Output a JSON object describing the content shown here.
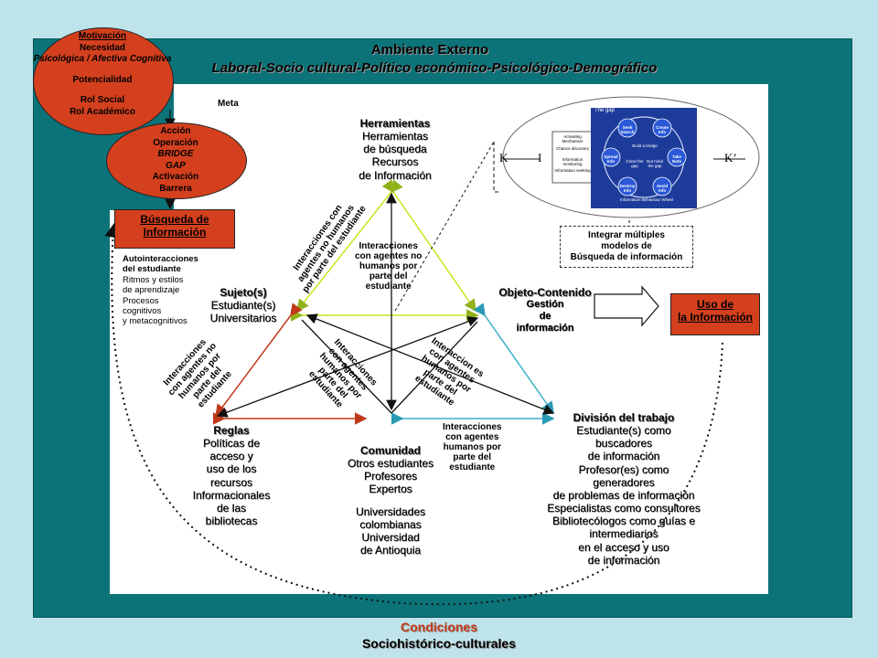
{
  "environment": {
    "title": "Ambiente Externo",
    "subtitle": "Laboral-Socio cultural-Político económico-Psicológico-Demográfico"
  },
  "motivation": {
    "lines": [
      "Motivación",
      "Necesidad",
      "Psicológica / Afectiva Cognitiva",
      "",
      "Potencialidad",
      "",
      "Rol Social",
      "Rol Académico"
    ]
  },
  "action": {
    "lines": [
      "Acción",
      "Operación",
      "BRIDGE",
      "GAP",
      "Activación",
      "Barrera"
    ]
  },
  "meta_label": "Meta",
  "search": {
    "lines": [
      "Búsqueda de",
      "Información"
    ]
  },
  "self_interactions": {
    "lines": [
      "Autointeracciones",
      "del estudiante",
      "Ritmos y estilos",
      "de aprendizaje",
      "Procesos",
      "cognitivos",
      "y metacognitivos"
    ]
  },
  "tools": {
    "title": "Herramientas",
    "lines": [
      "Herramientas",
      "de búsqueda",
      "Recursos",
      "de Información"
    ]
  },
  "subject": {
    "title": "Sujeto(s)",
    "lines": [
      "Estudiante(s)",
      "Universitarios"
    ]
  },
  "object": {
    "title": "Objeto-Contenido",
    "lines": [
      "Gestión",
      "de",
      "información"
    ]
  },
  "use": {
    "lines": [
      "Uso de",
      "la Información"
    ]
  },
  "integrate": {
    "lines": [
      "Integrar múltiples",
      "modelos de",
      "Búsqueda de información"
    ]
  },
  "rules": {
    "title": "Reglas",
    "lines": [
      "Políticas de",
      "acceso y",
      "uso de los",
      "recursos",
      "Informacionales",
      "de las",
      "bibliotecas"
    ]
  },
  "community": {
    "title": "Comunidad",
    "lines": [
      "Otros estudiantes",
      "Profesores",
      "Expertos",
      "",
      "Universidades",
      "colombianas",
      "Universidad",
      "de Antioquia"
    ]
  },
  "division": {
    "title": "División del trabajo",
    "lines": [
      "Estudiante(s) como",
      "buscadores",
      "de información",
      "Profesor(es) como",
      "generadores",
      "de problemas de información",
      "Especialistas como consultores",
      "Bibliotecólogos como guías e",
      "intermediarios",
      "en el acceso y uso",
      "de información"
    ]
  },
  "interactions": {
    "nonhuman_upper_left": [
      "Interacciones con",
      "agentes no humanos",
      "por parte del estudiante"
    ],
    "nonhuman_center": [
      "Interacciones",
      "con agentes no",
      "humanos por",
      "parte del",
      "estudiante"
    ],
    "nonhuman_lower_left": [
      "Interacciones",
      "con agentes no",
      "humanos por",
      "parte del",
      "estudiante"
    ],
    "human_center_left": [
      "Interacciones",
      "con agentes",
      "humanos por",
      "parte del",
      "estudiante"
    ],
    "human_center_right": [
      "Interaccion es",
      "con agentes",
      "humanos por",
      "parte del",
      "estudiante"
    ],
    "human_bottom_right": [
      "Interacciones",
      "con agentes",
      "humanos por",
      "parte del",
      "estudiante"
    ]
  },
  "gap_model": {
    "k_left": "K",
    "i_label": "I",
    "k_right": "K’",
    "panel_title": "The gap",
    "nodes": [
      "Seek Search",
      "Create Info",
      "Spread Info",
      "Take Note",
      "Destroy Info",
      "Avoid Info"
    ],
    "center": [
      "Build a bridge",
      "Close the gap",
      "Not mind the gap"
    ],
    "footer": "Information Behaviour Wheel",
    "mechanism_title": "Activating Mechanism",
    "mechanism_items": [
      "Chance discovery",
      "Information monitoring",
      "Information seeking"
    ]
  },
  "conditions": {
    "line1": "Condiciones",
    "line2": "Sociohistórico-culturales"
  },
  "colors": {
    "teal": "#0c7379",
    "red": "#d4401e",
    "bg": "#bfe3ea",
    "green": "#c8e61e",
    "blue": "#3ab0c8"
  }
}
